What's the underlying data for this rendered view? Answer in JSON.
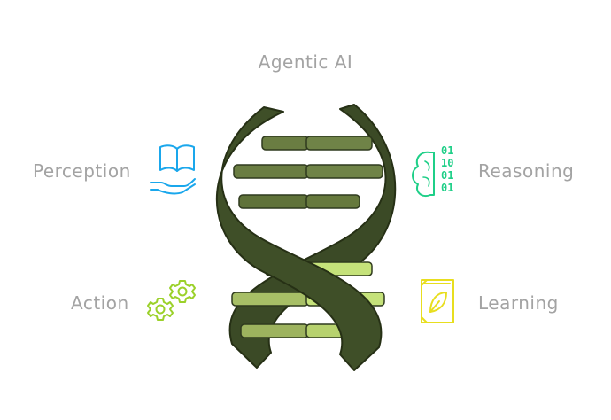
{
  "title": "Agentic AI",
  "items": {
    "perception": {
      "label": "Perception",
      "icon": "open-book-hand-icon",
      "color": "#1aa7ec"
    },
    "reasoning": {
      "label": "Reasoning",
      "icon": "brain-binary-icon",
      "color": "#1fcf88"
    },
    "action": {
      "label": "Action",
      "icon": "gears-icon",
      "color": "#9bd12a"
    },
    "learning": {
      "label": "Learning",
      "icon": "leaf-book-icon",
      "color": "#e8de1f"
    }
  },
  "binary_digits": [
    "01",
    "10",
    "01",
    "01"
  ],
  "helix": {
    "strand_color": "#3b4a26",
    "rung_dark": "#6a7d42",
    "rung_mid": "#9db35e",
    "rung_light": "#c5e27a"
  }
}
